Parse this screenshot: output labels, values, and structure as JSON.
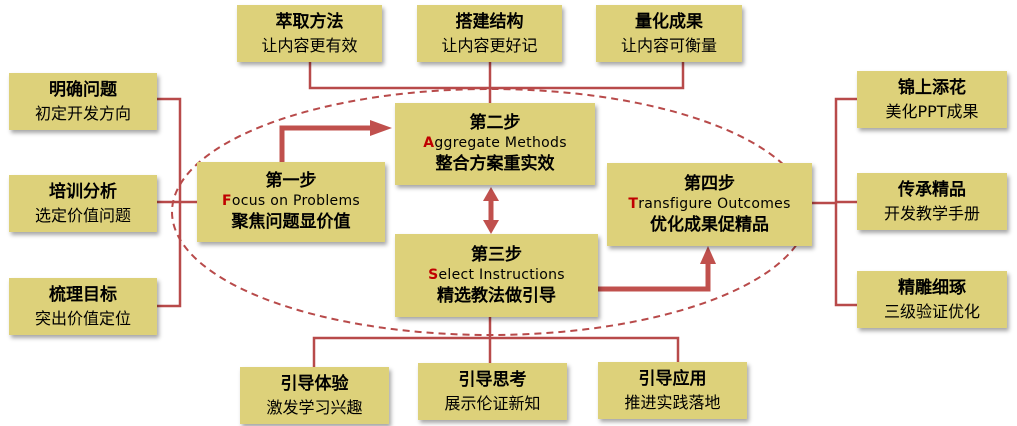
{
  "top_boxes": [
    {
      "title": "萃取方法",
      "sub": "让内容更有效"
    },
    {
      "title": "搭建结构",
      "sub": "让内容更好记"
    },
    {
      "title": "量化成果",
      "sub": "让内容可衡量"
    }
  ],
  "left_boxes": [
    {
      "title": "明确问题",
      "sub": "初定开发方向"
    },
    {
      "title": "培训分析",
      "sub": "选定价值问题"
    },
    {
      "title": "梳理目标",
      "sub": "突出价值定位"
    }
  ],
  "right_boxes": [
    {
      "title": "锦上添花",
      "sub": "美化PPT成果"
    },
    {
      "title": "传承精品",
      "sub": "开发教学手册"
    },
    {
      "title": "精雕细琢",
      "sub": "三级验证优化"
    }
  ],
  "bottom_boxes": [
    {
      "title": "引导体验",
      "sub": "激发学习兴趣"
    },
    {
      "title": "引导思考",
      "sub": "展示伦证新知"
    },
    {
      "title": "引导应用",
      "sub": "推进实践落地"
    }
  ],
  "steps": [
    {
      "title": "第一步",
      "en_first": "F",
      "en_rest": "ocus on Problems",
      "zh": "聚焦问题显价值"
    },
    {
      "title": "第二步",
      "en_first": "A",
      "en_rest": "ggregate Methods",
      "zh": "整合方案重实效"
    },
    {
      "title": "第三步",
      "en_first": "S",
      "en_rest": "elect Instructions",
      "zh": "精选教法做引导"
    },
    {
      "title": "第四步",
      "en_first": "T",
      "en_rest": "ransfigure Outcomes",
      "zh": "优化成果促精品"
    }
  ],
  "colors": {
    "box_fill": "#ddd17a",
    "connector": "#b84a4a",
    "arrow": "#c0504d",
    "ellipse": "#b84a4a",
    "accent_letter": "#c00000"
  }
}
